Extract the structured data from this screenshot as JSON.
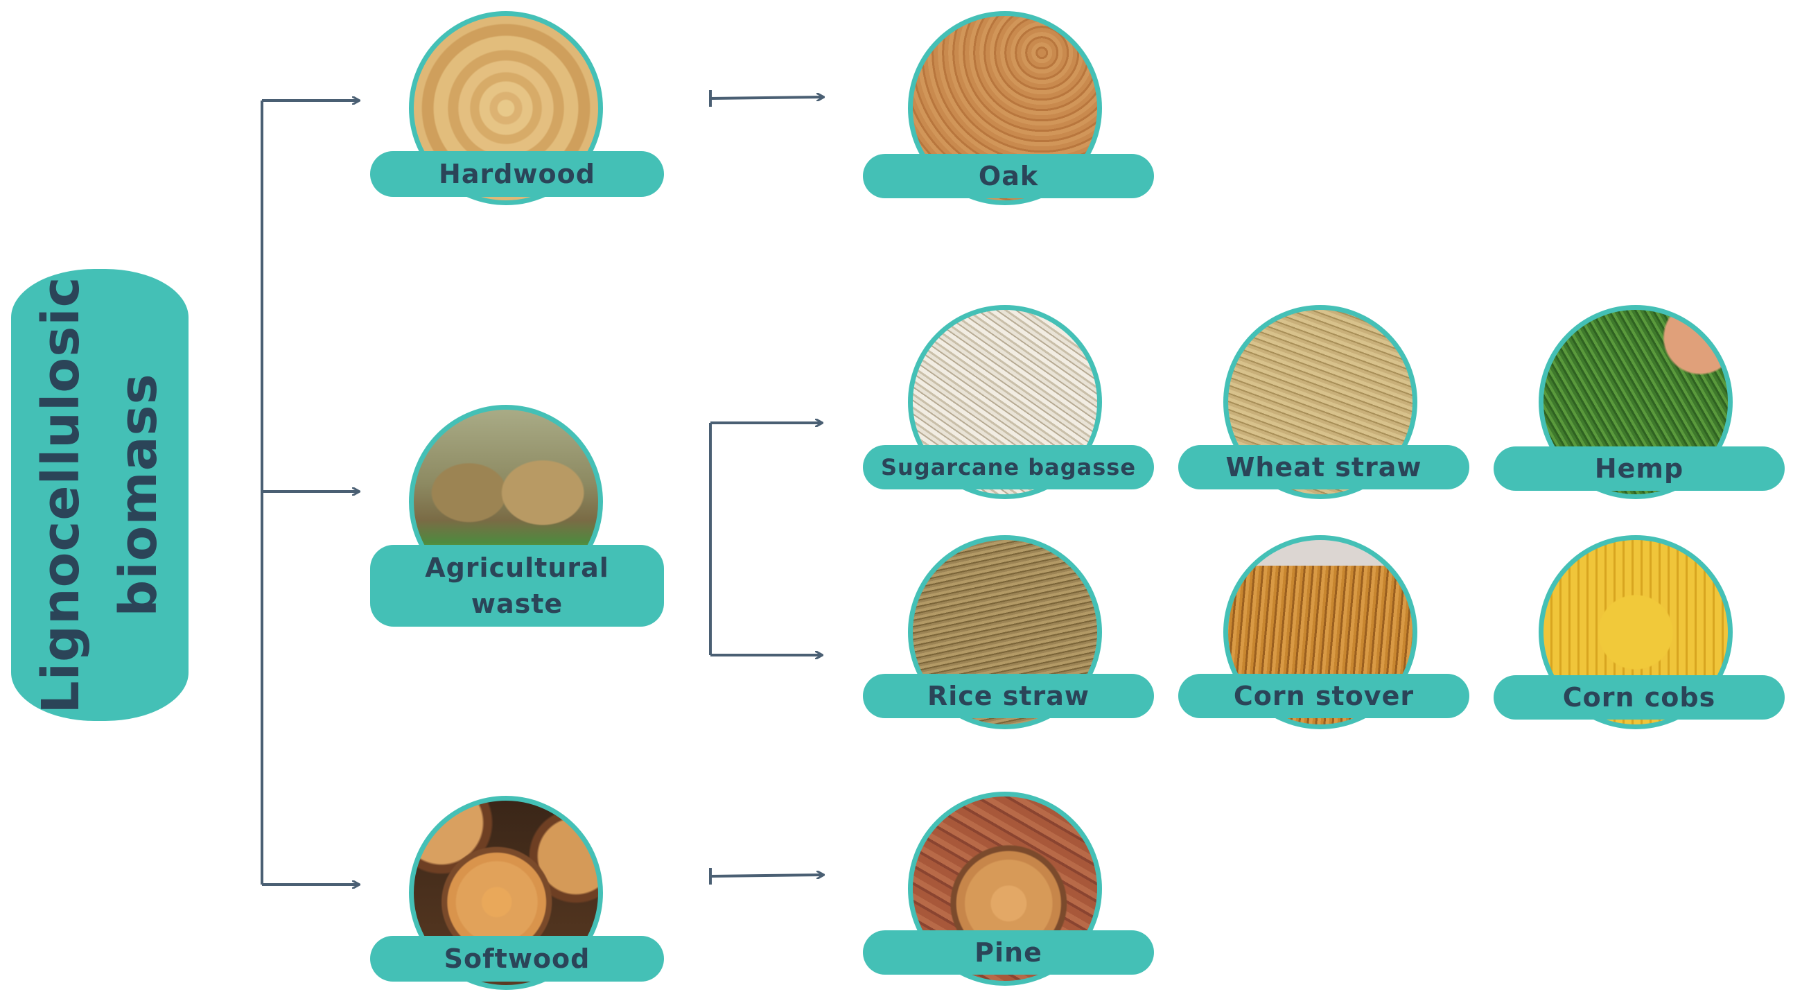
{
  "root": {
    "label": "Lignocellulosic biomass"
  },
  "colors": {
    "accent": "#44c0b6",
    "text": "#2b4458",
    "arrow": "#4a5f73"
  },
  "categories": [
    {
      "label": "Hardwood",
      "examples": [
        {
          "label": "Oak"
        }
      ]
    },
    {
      "label": "Agricultural waste",
      "examples": [
        {
          "label": "Sugarcane bagasse"
        },
        {
          "label": "Wheat straw"
        },
        {
          "label": "Hemp"
        },
        {
          "label": "Rice straw"
        },
        {
          "label": "Corn stover"
        },
        {
          "label": "Corn cobs"
        }
      ]
    },
    {
      "label": "Softwood",
      "examples": [
        {
          "label": "Pine"
        }
      ]
    }
  ]
}
